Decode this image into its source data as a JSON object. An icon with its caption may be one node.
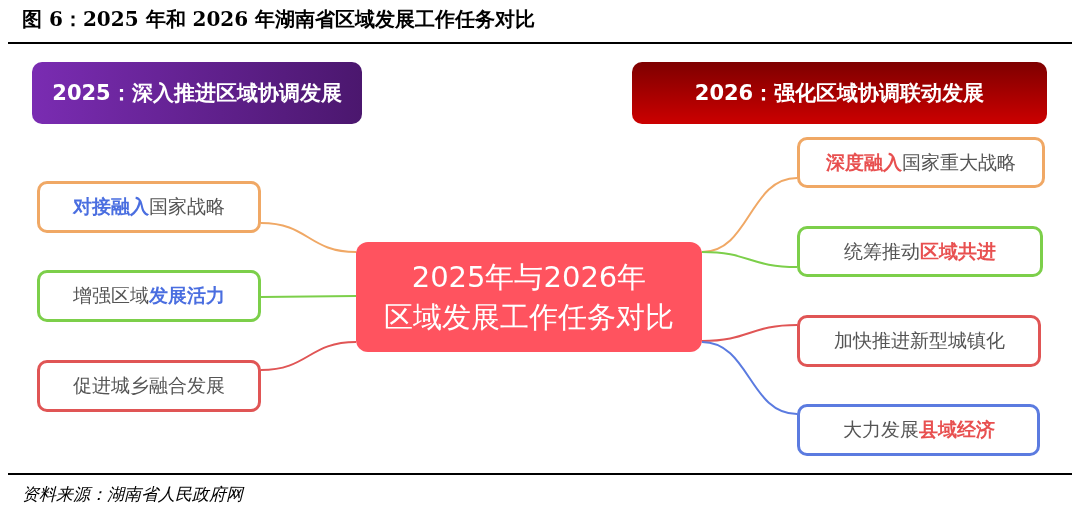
{
  "diagram": {
    "title": "图 6：2025 年和 2026 年湖南省区域发展工作任务对比",
    "caption": "资料来源：湖南省人民政府网",
    "nodes": [
      {
        "text": [
          "2025：深入推进区域协调发展"
        ]
      },
      {
        "text": [
          "2026：强化区域协调联动发展"
        ]
      },
      {
        "text": [
          "2025年与2026年区域发展工作任务对比"
        ]
      },
      {
        "text": [
          "**对接融入**国家战略"
        ]
      },
      {
        "text": [
          "增强区域**发展活力**"
        ]
      },
      {
        "text": [
          "促进城乡融合发展"
        ]
      },
      {
        "text": [
          "**深度融入**国家重大战略"
        ]
      },
      {
        "text": [
          "统筹推动**区域共进**"
        ]
      },
      {
        "text": [
          "加快推进新型城镇化"
        ]
      },
      {
        "text": [
          "大力发展**县域经济**"
        ]
      }
    ],
    "edges": [
      {
        "from": 2,
        "to": 3,
        "arrow": "none",
        "color": "#f0a865"
      },
      {
        "from": 2,
        "to": 4,
        "arrow": "none",
        "color": "#7ccf4a"
      },
      {
        "from": 2,
        "to": 5,
        "arrow": "none",
        "color": "#e05555"
      },
      {
        "from": 2,
        "to": 6,
        "arrow": "none",
        "color": "#f0a865"
      },
      {
        "from": 2,
        "to": 7,
        "arrow": "none",
        "color": "#7ccf4a"
      },
      {
        "from": 2,
        "to": 8,
        "arrow": "none",
        "color": "#e05555"
      },
      {
        "from": 2,
        "to": 9,
        "arrow": "none",
        "color": "#5b7be0"
      }
    ]
  }
}
